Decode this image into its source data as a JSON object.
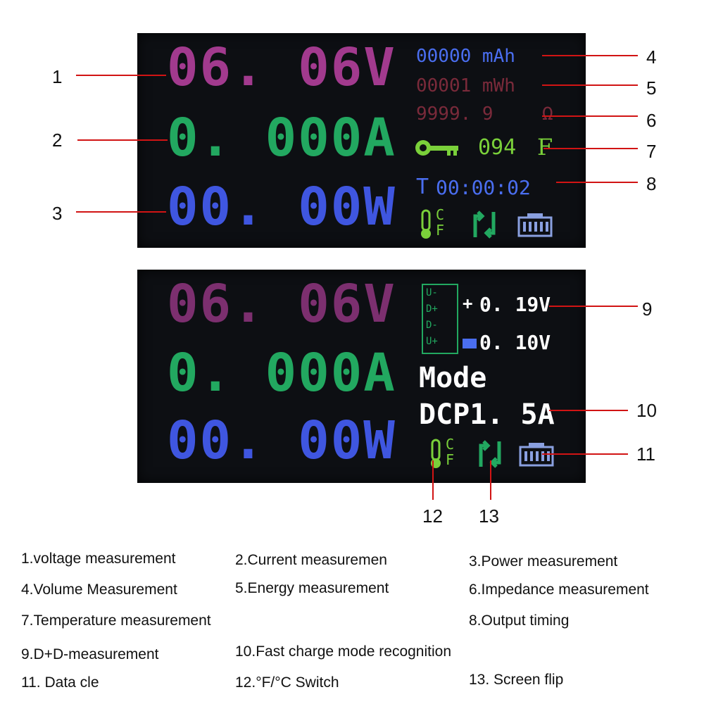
{
  "screen1": {
    "voltage": "06. 06V",
    "current": "0. 000A",
    "power": "00. 00W",
    "capacity": "00000 mAh",
    "energy": "00001 mWh",
    "impedance": "9999. 9",
    "impedance_unit": "Ω",
    "temperature": "094",
    "temp_unit": "F",
    "timer_prefix": "T",
    "timer": "00:00:02",
    "thermo_c": "C",
    "thermo_f": "F"
  },
  "screen2": {
    "voltage": "06. 06V",
    "current": "0. 000A",
    "power": "00. 00W",
    "dplus": "0. 19V",
    "dminus": "0. 10V",
    "port_labels": [
      "U-",
      "D+",
      "D-",
      "U+"
    ],
    "mode_label": "Mode",
    "mode_value": "DCP1. 5A",
    "thermo_c": "C",
    "thermo_f": "F"
  },
  "callouts": [
    "1",
    "2",
    "3",
    "4",
    "5",
    "6",
    "7",
    "8",
    "9",
    "10",
    "11",
    "12",
    "13"
  ],
  "legend": [
    "1.voltage measurement",
    "2.Current measuremen",
    "3.Power measurement",
    "4.Volume Measurement",
    "5.Energy measurement",
    "6.Impedance measurement",
    "7.Temperature measurement",
    "8.Output timing",
    "9.D+D-measurement",
    "10.Fast charge mode recognition",
    "11. Data cle",
    "12.°F/°C Switch",
    "13. Screen flip"
  ],
  "colors": {
    "voltage": "#a23a8e",
    "current": "#22a860",
    "power": "#3f56e0",
    "capacity": "#4a6ef0",
    "dim_red": "#7a2a3a",
    "temp_green": "#7ad03a",
    "leader": "#d11414"
  },
  "icons": [
    "key-icon",
    "thermometer-icon",
    "flip-arrows-icon",
    "battery-clear-icon"
  ]
}
